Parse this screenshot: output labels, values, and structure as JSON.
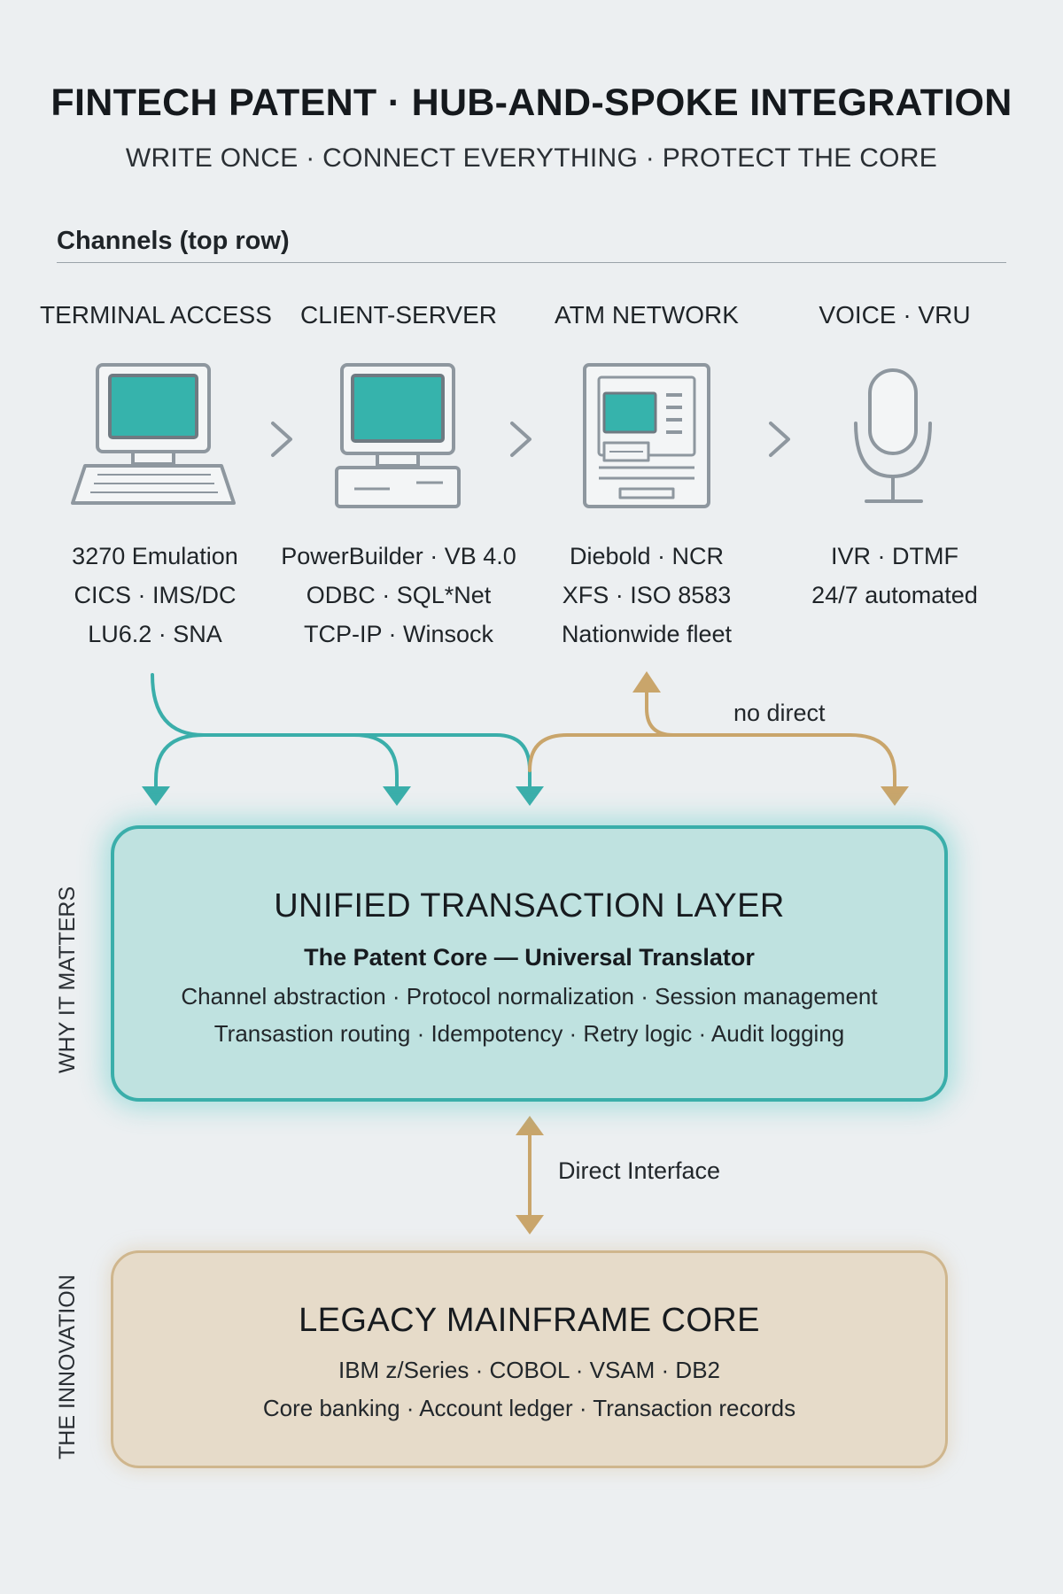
{
  "header": {
    "title": "FINTECH PATENT · HUB-AND-SPOKE INTEGRATION",
    "subtitle": "WRITE ONCE · CONNECT EVERYTHING · PROTECT THE CORE"
  },
  "channels_section": {
    "heading": "Channels (top row)",
    "channels": [
      {
        "label": "TERMINAL ACCESS",
        "icon": "terminal-icon",
        "details": [
          "3270 Emulation",
          "CICS · IMS/DC",
          "LU6.2 · SNA"
        ]
      },
      {
        "label": "CLIENT-SERVER",
        "icon": "desktop-pc-icon",
        "details": [
          "PowerBuilder · VB 4.0",
          "ODBC · SQL*Net",
          "TCP-IP · Winsock"
        ]
      },
      {
        "label": "ATM NETWORK",
        "icon": "atm-icon",
        "details": [
          "Diebold · NCR",
          "XFS · ISO 8583",
          "Nationwide fleet"
        ]
      },
      {
        "label": "VOICE · VRU",
        "icon": "microphone-icon",
        "details": [
          "IVR · DTMF",
          "24/7 automated"
        ]
      }
    ]
  },
  "flows": {
    "no_direct_label": "no direct",
    "direct_interface_label": "Direct Interface"
  },
  "hub": {
    "title": "UNIFIED TRANSACTION LAYER",
    "subtitle": "The Patent Core — Universal Translator",
    "lines": [
      "Channel abstraction · Protocol normalization · Session management",
      "Transastion routing · Idempotency · Retry logic · Audit logging"
    ],
    "side_label": "WHY IT MATTERS"
  },
  "core": {
    "title": "LEGACY MAINFRAME CORE",
    "lines": [
      "IBM z/Series · COBOL · VSAM · DB2",
      "Core banking · Account ledger · Transaction records"
    ],
    "side_label": "THE INNOVATION"
  },
  "colors": {
    "background": "#eceff1",
    "teal_accent": "#3aaeaa",
    "hub_fill": "#bfe2e0",
    "tan_accent": "#c9a56b",
    "core_fill": "#e6dbc9",
    "icon_stroke": "#8e979f"
  }
}
